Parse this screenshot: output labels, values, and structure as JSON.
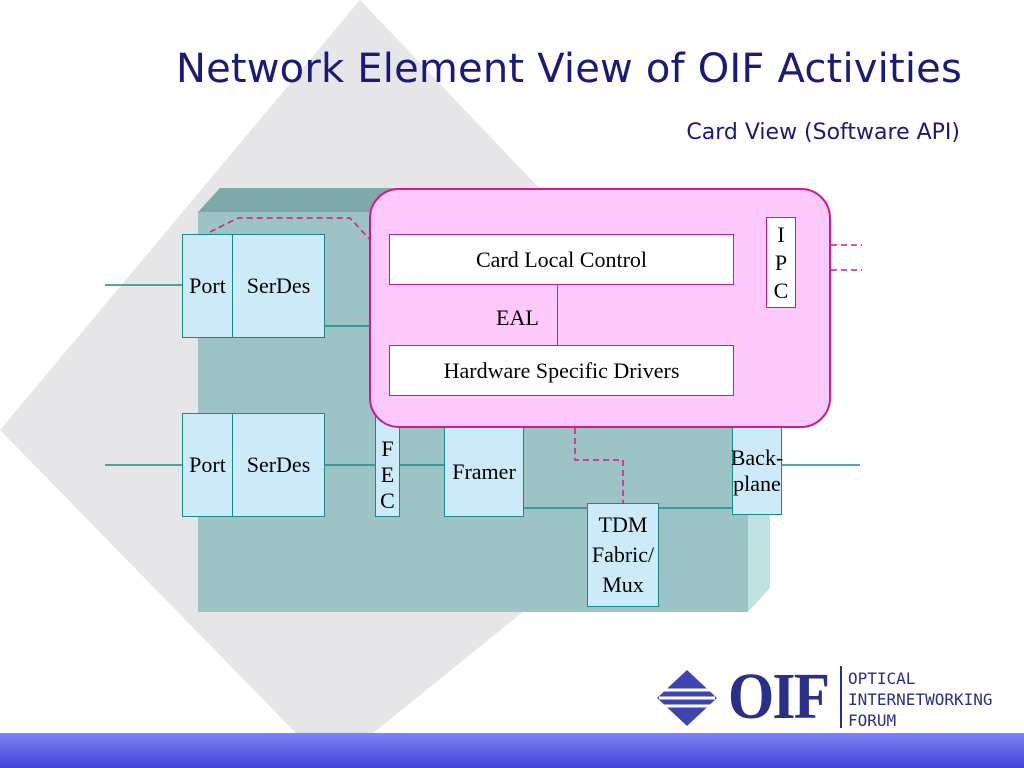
{
  "title": "Network Element View of OIF Activities",
  "subtitle": "Card View (Software API)",
  "diagram": {
    "row1": {
      "port": "Port",
      "serdes": "SerDes"
    },
    "row2": {
      "port": "Port",
      "serdes": "SerDes",
      "fec": [
        "F",
        "E",
        "C"
      ],
      "framer": "Framer"
    },
    "backplane": [
      "Back-",
      "plane"
    ],
    "tdm": [
      "TDM",
      "Fabric/",
      "Mux"
    ],
    "card": {
      "local_control": "Card Local Control",
      "eal": "EAL",
      "drivers": "Hardware Specific Drivers",
      "ipc": [
        "I",
        "P",
        "C"
      ]
    }
  },
  "logo": {
    "mark": "OIF",
    "line1": "OPTICAL",
    "line2": "INTERNETWORKING",
    "line3": "FORUM"
  },
  "colors": {
    "title": "#1a1a7a",
    "board": "#9cc4c4",
    "card_pink": "#fdc9fb",
    "card_border": "#d01a87",
    "box_fill": "#cdeaf8",
    "wire": "#168b8b",
    "footer": "#5055e6"
  }
}
